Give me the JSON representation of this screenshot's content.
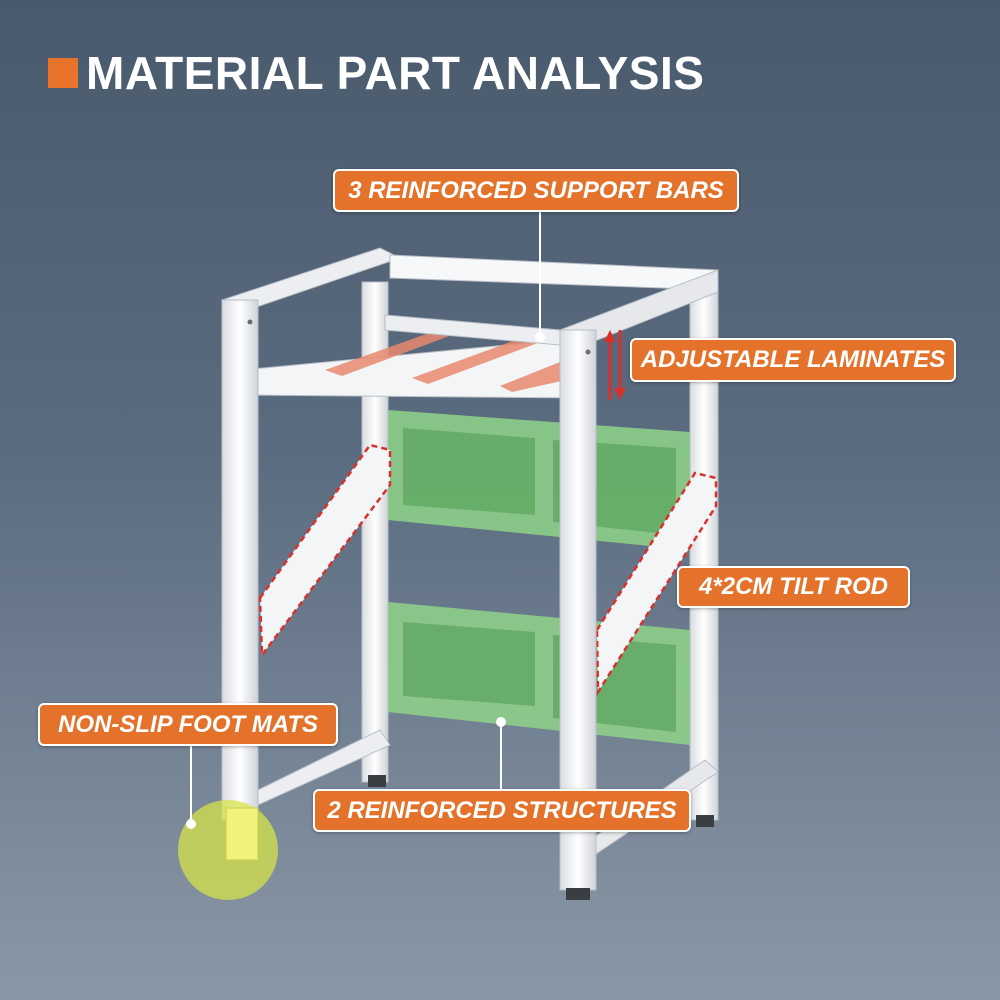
{
  "header": {
    "title": "MATERIAL PART ANALYSIS",
    "accent_color": "#e8742b"
  },
  "labels": {
    "support_bars": "3 REINFORCED SUPPORT BARS",
    "laminates": "ADJUSTABLE LAMINATES",
    "tilt_rod": "4*2CM TILT ROD",
    "foot_mats": "NON-SLIP FOOT MATS",
    "structures": "2 REINFORCED STRUCTURES"
  },
  "colors": {
    "label_bg": "#e4722a",
    "frame": "#f4f5f7",
    "support_bars": "#e88a6e",
    "structures": "#8fd48a",
    "tilt_outline": "#d9302c",
    "foot_highlight": "#d6e34a"
  },
  "icons": {
    "adjust": "up-down-arrows-icon"
  }
}
